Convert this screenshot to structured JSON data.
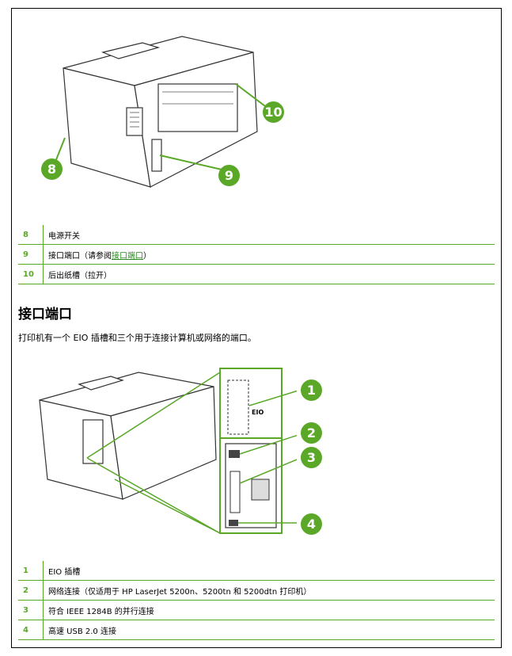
{
  "legend_top": [
    {
      "num": "8",
      "text": "电源开关"
    },
    {
      "num": "9",
      "text": "接口端口（请参阅",
      "link": "接口端口",
      "suffix": "）"
    },
    {
      "num": "10",
      "text": "后出纸槽（拉开）"
    }
  ],
  "section": {
    "title": "接口端口",
    "intro": "打印机有一个 EIO 插槽和三个用于连接计算机或网络的端口。"
  },
  "figure_top": {
    "callouts": [
      "8",
      "9",
      "10"
    ]
  },
  "figure_bottom": {
    "callouts": [
      "1",
      "2",
      "3",
      "4"
    ],
    "eio_label": "EIO"
  },
  "legend_bottom": [
    {
      "num": "1",
      "text": "EIO 插槽"
    },
    {
      "num": "2",
      "text": "网络连接（仅适用于 HP LaserJet 5200n、5200tn 和 5200dtn 打印机）"
    },
    {
      "num": "3",
      "text": "符合 IEEE 1284B 的并行连接"
    },
    {
      "num": "4",
      "text": "高速 USB 2.0 连接"
    }
  ],
  "colors": {
    "accent": "#5ba829"
  }
}
